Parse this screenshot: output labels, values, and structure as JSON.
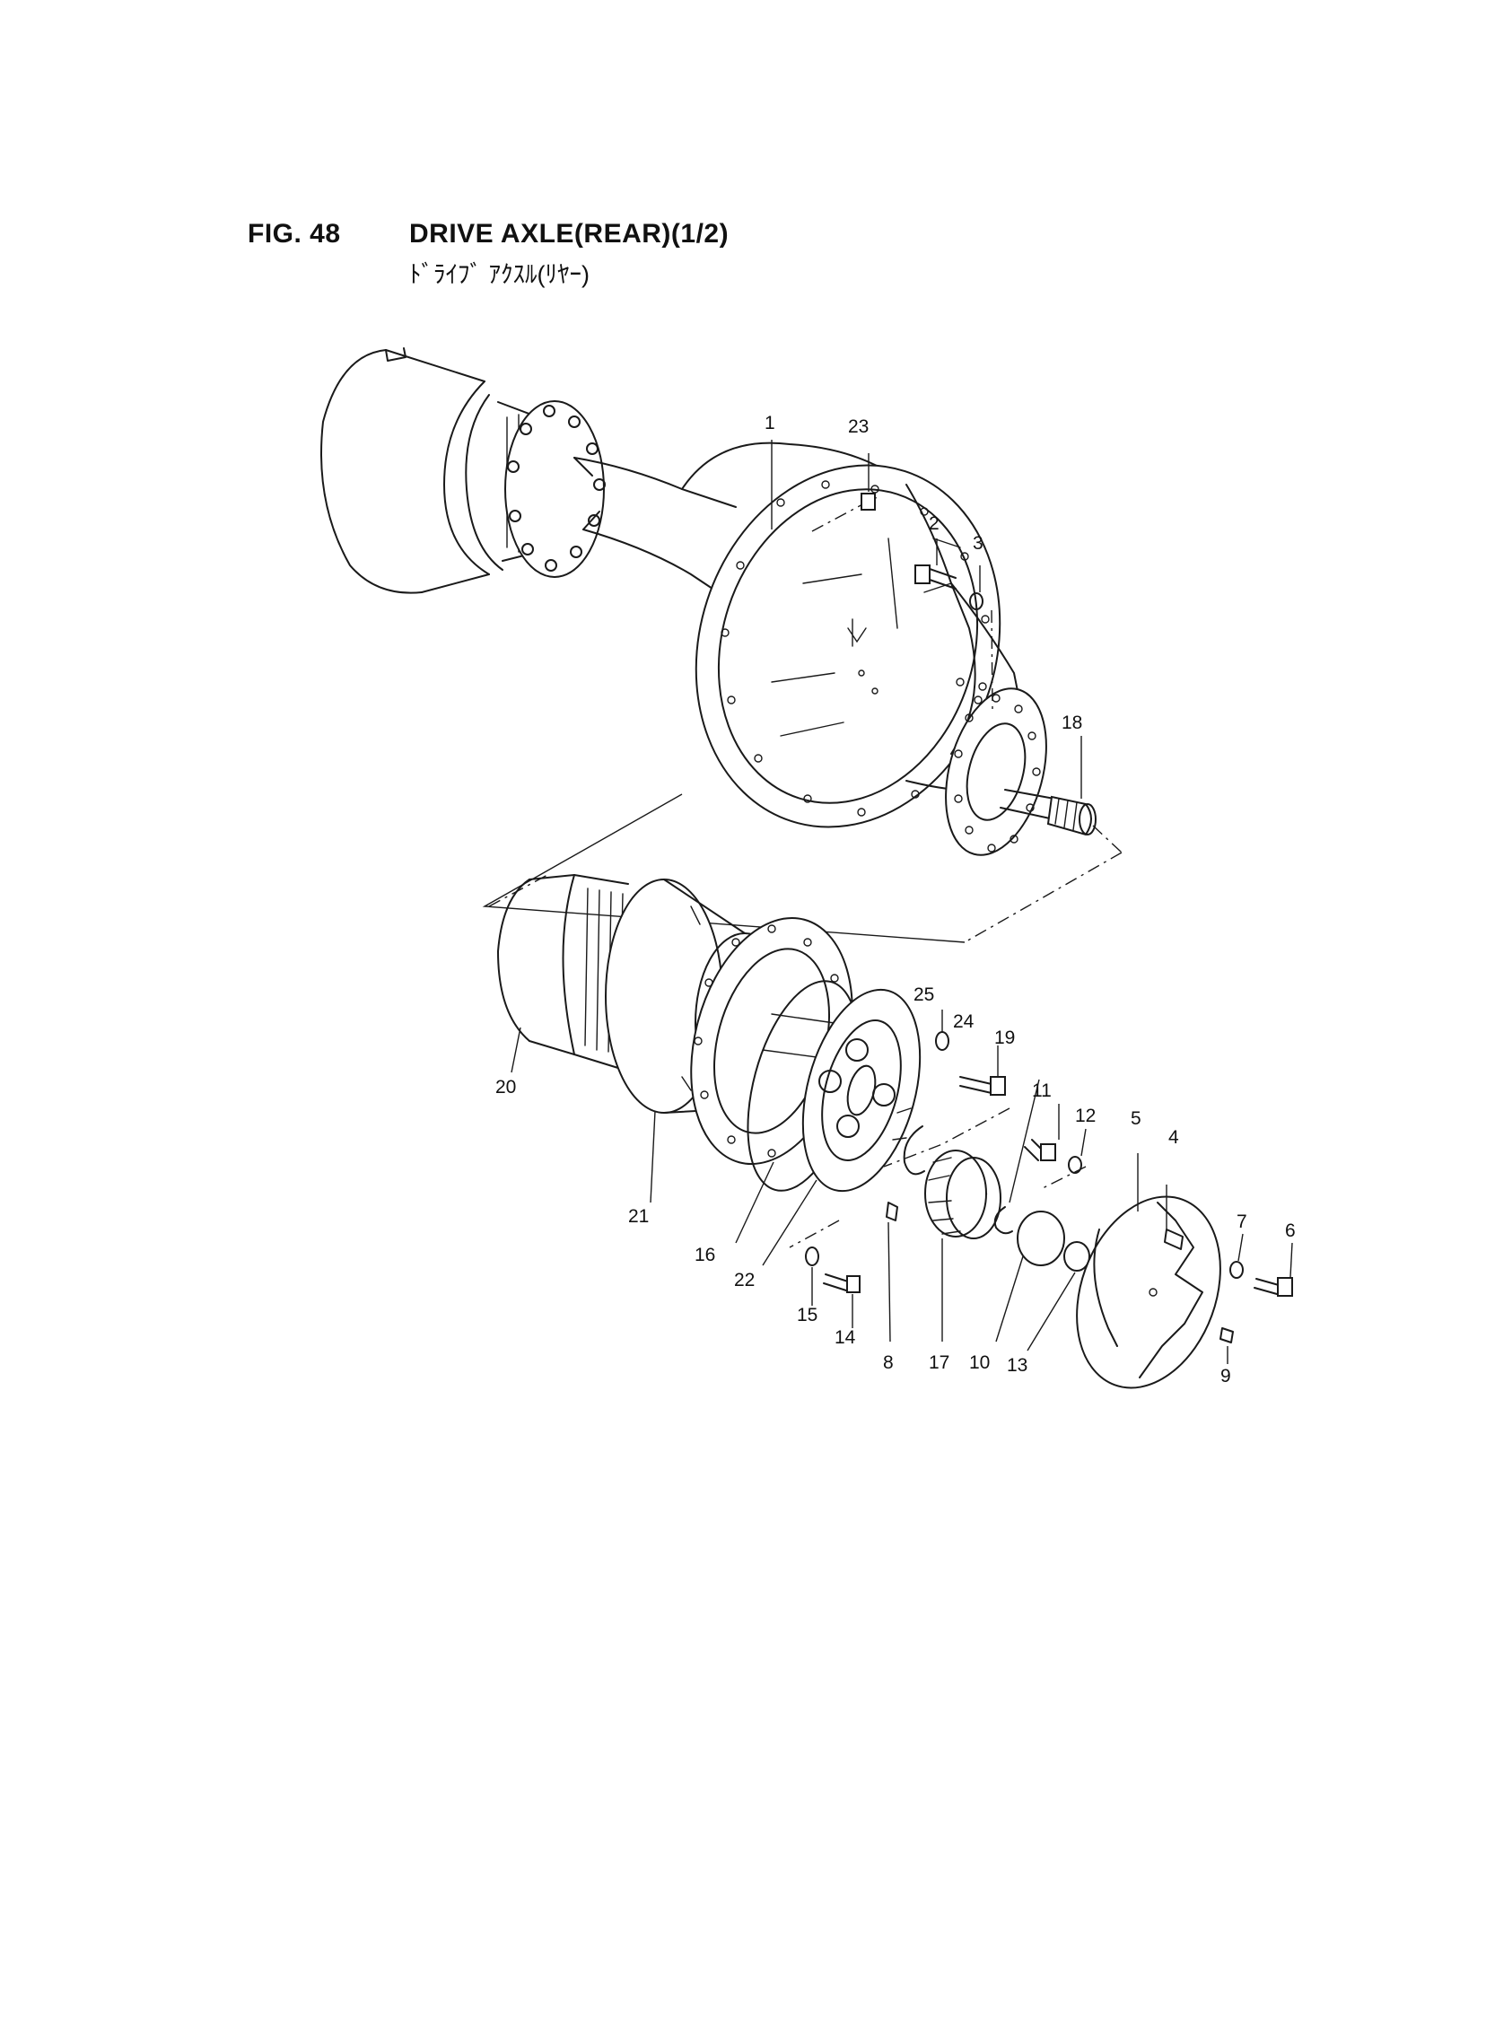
{
  "header": {
    "figure_number": "FIG. 48",
    "title": "DRIVE AXLE(REAR)(1/2)",
    "subtitle": "ﾄﾞﾗｲﾌﾞ ｱｸｽﾙ(ﾘﾔｰ)"
  },
  "part_labels": [
    "1",
    "2",
    "3",
    "4",
    "5",
    "6",
    "7",
    "8",
    "9",
    "10",
    "11",
    "12",
    "13",
    "14",
    "15",
    "16",
    "17",
    "18",
    "19",
    "20",
    "21",
    "22",
    "23",
    "24",
    "25"
  ],
  "colors": {
    "ink": "#1a1a1a",
    "background": "#ffffff"
  }
}
